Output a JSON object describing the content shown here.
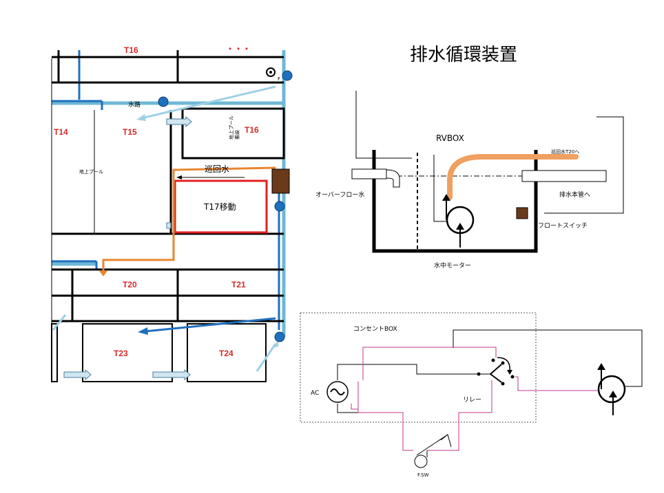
{
  "title": "排水循環装置",
  "floor_plan": {
    "rooms": {
      "t16": "T16",
      "t14": "T14",
      "t15": "T15",
      "t20": "T20",
      "t21": "T21",
      "t23": "T23",
      "t24": "T24",
      "t_top": "T16",
      "top_dots": "・・・"
    },
    "labels": {
      "pool": "地上プール",
      "t16_sub": "地上プール\n搬設",
      "suiro": "水路",
      "junkai": "巡回水",
      "t17": "T17移動",
      "f_marker": "F"
    }
  },
  "tank": {
    "rvbox": "RVBOX",
    "junkai_t20": "巡回水T20へ",
    "overflow": "オーバーフロー水",
    "drain": "排水本管へ",
    "float_switch": "フロートスイッチ",
    "motor": "水中モーター"
  },
  "circuit": {
    "box_title": "コンセントBOX",
    "ac": "AC",
    "relay": "リレー",
    "fsw": "F.SW"
  },
  "colors": {
    "water_light": "#6fb8d6",
    "water_dark": "#1f6fbf",
    "orange_pipe": "#e8862e",
    "red_box": "#e02020",
    "brown": "#6b3a1a",
    "magenta": "#c8338a"
  }
}
